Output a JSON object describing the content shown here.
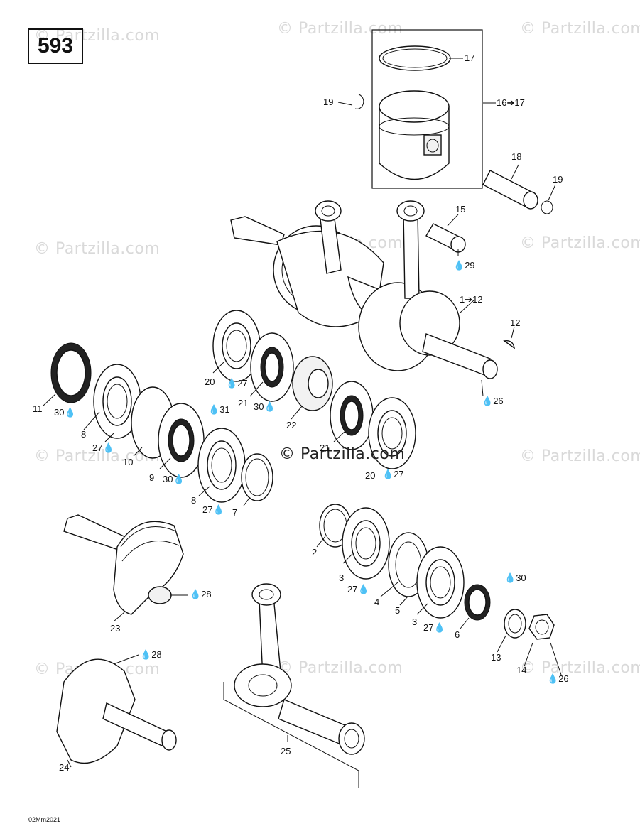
{
  "page": {
    "number": "593",
    "code": "02Mm2021"
  },
  "watermark": {
    "text": "© Partzilla.com",
    "center": "© Partzilla.com"
  },
  "icons": {
    "grease": "oil-drop-icon"
  },
  "callouts": [
    {
      "id": "c17",
      "text": "17"
    },
    {
      "id": "c16",
      "text": "16➔17"
    },
    {
      "id": "c19a",
      "text": "19"
    },
    {
      "id": "c18",
      "text": "18"
    },
    {
      "id": "c19b",
      "text": "19"
    },
    {
      "id": "c15",
      "text": "15"
    },
    {
      "id": "c29",
      "text": "29"
    },
    {
      "id": "c1",
      "text": "1➔12"
    },
    {
      "id": "c12",
      "text": "12"
    },
    {
      "id": "c26a",
      "text": "26"
    },
    {
      "id": "c11",
      "text": "11"
    },
    {
      "id": "c30a",
      "text": "30"
    },
    {
      "id": "c8a",
      "text": "8"
    },
    {
      "id": "c27a",
      "text": "27"
    },
    {
      "id": "c10",
      "text": "10"
    },
    {
      "id": "c31",
      "text": "31"
    },
    {
      "id": "c9",
      "text": "9"
    },
    {
      "id": "c30b",
      "text": "30"
    },
    {
      "id": "c8b",
      "text": "8"
    },
    {
      "id": "c27b",
      "text": "27"
    },
    {
      "id": "c7",
      "text": "7"
    },
    {
      "id": "c20a",
      "text": "20"
    },
    {
      "id": "c27c",
      "text": "27"
    },
    {
      "id": "c21a",
      "text": "21"
    },
    {
      "id": "c30c",
      "text": "30"
    },
    {
      "id": "c22",
      "text": "22"
    },
    {
      "id": "c21b",
      "text": "21"
    },
    {
      "id": "c20b",
      "text": "20"
    },
    {
      "id": "c27d",
      "text": "27"
    },
    {
      "id": "c2",
      "text": "2"
    },
    {
      "id": "c3a",
      "text": "3"
    },
    {
      "id": "c27e",
      "text": "27"
    },
    {
      "id": "c4",
      "text": "4"
    },
    {
      "id": "c5",
      "text": "5"
    },
    {
      "id": "c3b",
      "text": "3"
    },
    {
      "id": "c27f",
      "text": "27"
    },
    {
      "id": "c6",
      "text": "6"
    },
    {
      "id": "c30d",
      "text": "30"
    },
    {
      "id": "c13",
      "text": "13"
    },
    {
      "id": "c14",
      "text": "14"
    },
    {
      "id": "c26b",
      "text": "26"
    },
    {
      "id": "c28a",
      "text": "28"
    },
    {
      "id": "c23",
      "text": "23"
    },
    {
      "id": "c28b",
      "text": "28"
    },
    {
      "id": "c24",
      "text": "24"
    },
    {
      "id": "c25",
      "text": "25"
    }
  ]
}
